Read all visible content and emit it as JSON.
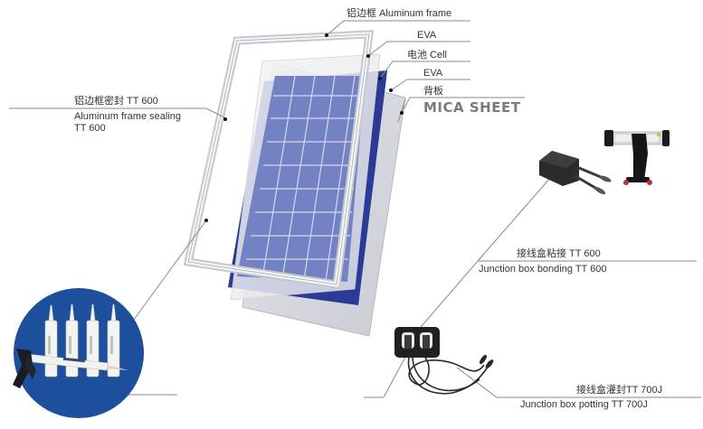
{
  "diagram": {
    "title": "Solar panel layered structure with sealing and bonding applications",
    "layers": [
      {
        "id": "aluminum-frame",
        "zh": "铝边框",
        "en": "Aluminum frame"
      },
      {
        "id": "eva-front",
        "zh": "",
        "en": "EVA"
      },
      {
        "id": "cell",
        "zh": "电池",
        "en": "Cell"
      },
      {
        "id": "eva-back",
        "zh": "",
        "en": "EVA"
      },
      {
        "id": "backsheet",
        "zh": "背板",
        "en": "MICA SHEET"
      }
    ],
    "applications": [
      {
        "id": "frame-sealing",
        "zh": "铝边框密封  TT 600",
        "en_line1": "Aluminum frame sealing",
        "en_line2": "TT 600"
      },
      {
        "id": "jbox-bonding",
        "zh": "接线盒粘接  TT 600",
        "en": "Junction box bonding TT 600"
      },
      {
        "id": "jbox-potting",
        "zh": "接线盒灌封TT 700J",
        "en": "Junction box potting TT 700J"
      }
    ]
  },
  "labels": {
    "frame": "铝边框  Aluminum frame",
    "eva1": "EVA",
    "cell": "电池  Cell",
    "eva2": "EVA",
    "backsheet_zh": "背板",
    "mica": "MICA SHEET",
    "sealing_zh": "铝边框密封  TT 600",
    "sealing_en1": "Aluminum frame sealing",
    "sealing_en2": "TT 600",
    "bonding_zh": "接线盒粘接  TT 600",
    "bonding_en": "Junction box bonding TT 600",
    "potting_zh": "接线盒灌封TT 700J",
    "potting_en": "Junction box potting TT 700J"
  },
  "colors": {
    "cell_blue": "#3b4fa0",
    "cell_dark": "#1f2f8a",
    "circle_blue": "#1d4f9c",
    "frame_silver": "#d8dadc",
    "leader_line": "#888888",
    "text": "#333333",
    "mica_text": "#7a7a7a"
  }
}
